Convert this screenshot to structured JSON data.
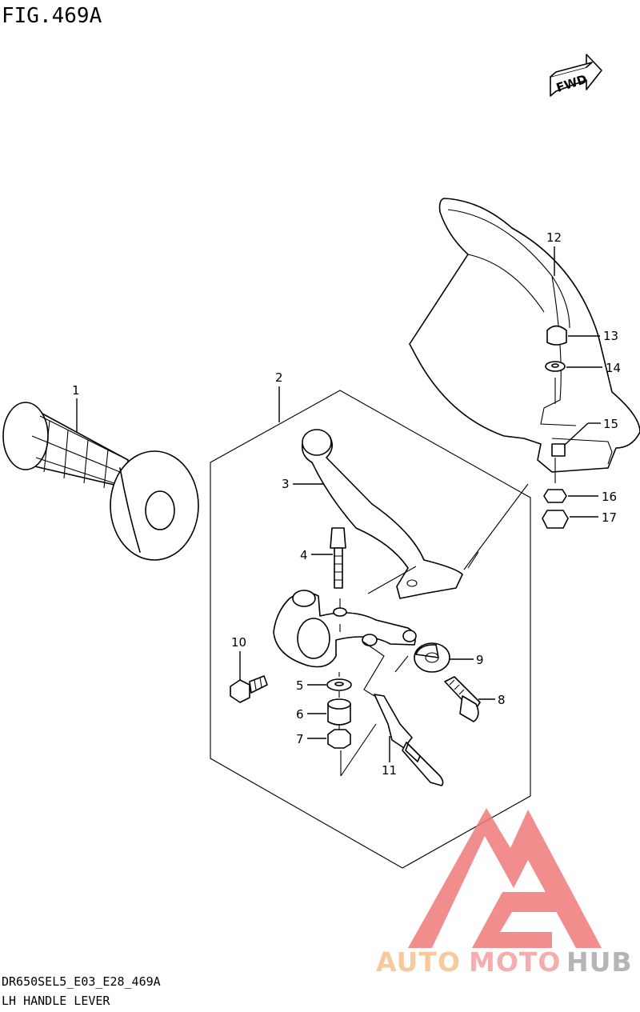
{
  "figure": {
    "id": "FIG.469A",
    "model_code": "DR650SEL5_E03_E28_469A",
    "caption": "LH HANDLE LEVER",
    "direction_badge": "FWD"
  },
  "callouts": [
    {
      "number": "1"
    },
    {
      "number": "2"
    },
    {
      "number": "3"
    },
    {
      "number": "4"
    },
    {
      "number": "5"
    },
    {
      "number": "6"
    },
    {
      "number": "7"
    },
    {
      "number": "8"
    },
    {
      "number": "9"
    },
    {
      "number": "10"
    },
    {
      "number": "11"
    },
    {
      "number": "12"
    },
    {
      "number": "13"
    },
    {
      "number": "14"
    },
    {
      "number": "15"
    },
    {
      "number": "16"
    },
    {
      "number": "17"
    }
  ],
  "watermark": {
    "text_part1": "AUTO",
    "text_part2": "MOTO",
    "text_part3": "HUB",
    "colors": {
      "auto": "#f6c08a",
      "moto": "#f3a0a0",
      "hub": "#a9a9a9",
      "logo": "#f07a7a"
    }
  }
}
